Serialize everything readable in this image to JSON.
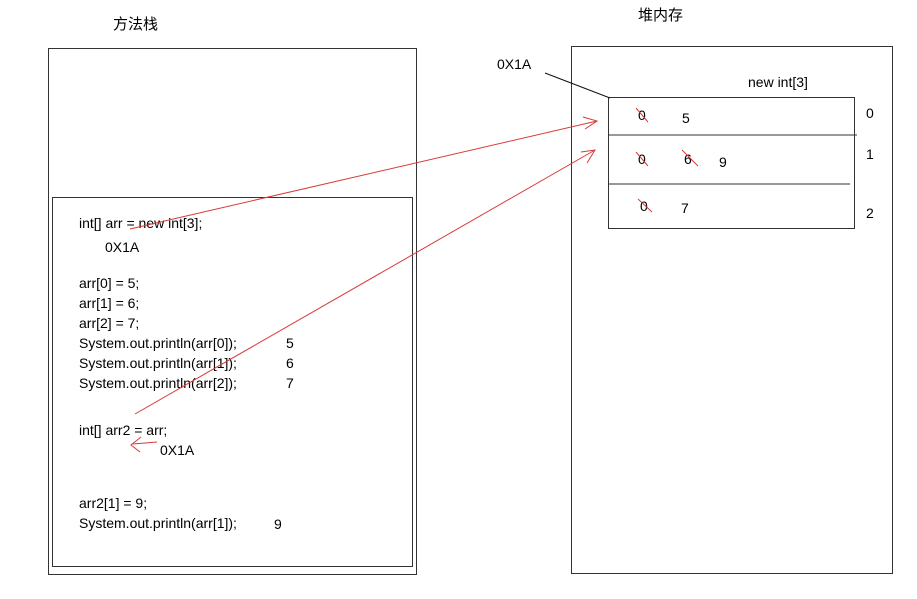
{
  "stack": {
    "title": "方法栈",
    "code_lines": [
      "int[] arr = new int[3];",
      "0X1A",
      "arr[0] = 5;",
      "arr[1] = 6;",
      "arr[2] = 7;",
      "System.out.println(arr[0]);",
      "System.out.println(arr[1]);",
      "System.out.println(arr[2]);",
      "int[] arr2 = arr;",
      "0X1A",
      "arr2[1] = 9;",
      "System.out.println(arr[1]);"
    ],
    "outputs": [
      "5",
      "6",
      "7",
      "9"
    ]
  },
  "heap": {
    "title": "堆内存",
    "address": "0X1A",
    "array_label": "new int[3]",
    "cells": [
      {
        "index": "0",
        "old": "0",
        "value": "5"
      },
      {
        "index": "1",
        "old": "0",
        "crossed_value": "6",
        "value": "9"
      },
      {
        "index": "2",
        "old": "0",
        "value": "7"
      }
    ]
  },
  "colors": {
    "arrow": "#d93a3a",
    "border": "#333333"
  }
}
